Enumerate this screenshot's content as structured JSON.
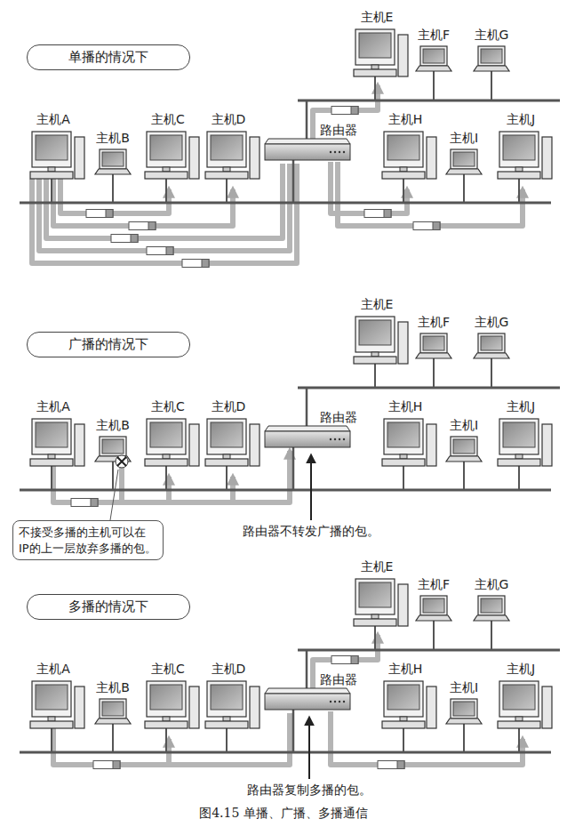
{
  "diagram": {
    "caption": "图4.15 单播、广播、多播通信",
    "nodes": [
      {
        "text": [
          "单播的情况下"
        ]
      },
      {
        "text": [
          "广播的情况下"
        ]
      },
      {
        "text": [
          "不接受多播的主机可以在 IP的上一层放弃多播的包。"
        ]
      },
      {
        "text": [
          "多播的情况下"
        ]
      }
    ],
    "labels": [
      "主机A",
      "主机B",
      "主机C",
      "主机D",
      "主机E",
      "主机F",
      "主机G",
      "主机H",
      "主机I",
      "主机J",
      "路由器",
      "主机A",
      "主机B",
      "主机C",
      "主机D",
      "主机E",
      "主机F",
      "主机G",
      "主机H",
      "主机I",
      "主机J",
      "路由器",
      "路由器不转发广播的包。",
      "主机A",
      "主机B",
      "主机C",
      "主机D",
      "主机E",
      "主机F",
      "主机G",
      "主机H",
      "主机I",
      "主机J",
      "路由器",
      "路由器复制多播的包。"
    ]
  }
}
